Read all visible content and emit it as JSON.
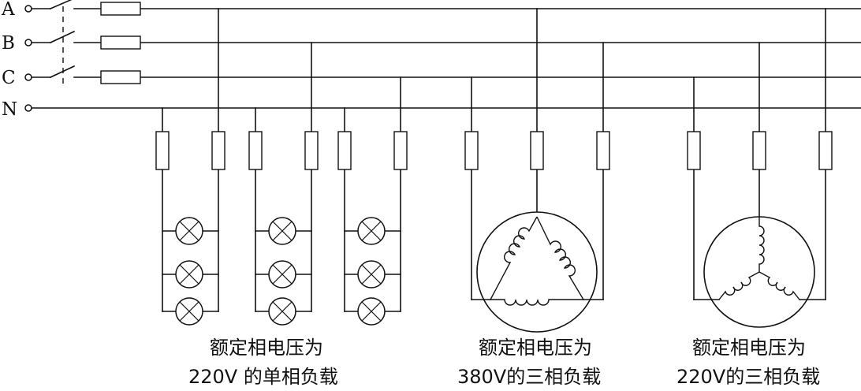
{
  "lines": [
    {
      "label": "A"
    },
    {
      "label": "B"
    },
    {
      "label": "C"
    },
    {
      "label": "N"
    }
  ],
  "captions": {
    "single_phase": {
      "line1": "额定相电压为",
      "line2": "220V 的单相负载"
    },
    "three_phase_delta": {
      "line1": "额定相电压为",
      "line2": "380V的三相负载"
    },
    "three_phase_star": {
      "line1": "额定相电压为",
      "line2": "220V的三相负载"
    }
  }
}
